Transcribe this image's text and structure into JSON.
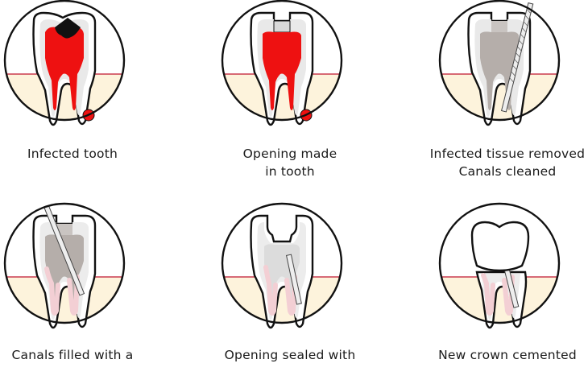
{
  "steps": [
    {
      "caption": [
        "Infected tooth"
      ]
    },
    {
      "caption": [
        "Opening made",
        "in tooth"
      ]
    },
    {
      "caption": [
        "Infected tissue removed",
        "Canals cleaned"
      ]
    },
    {
      "caption": [
        "Canals filled with a"
      ]
    },
    {
      "caption": [
        "Opening sealed with"
      ]
    },
    {
      "caption": [
        "New crown cemented"
      ]
    }
  ],
  "colors": {
    "pulp_infected": "#ee1111",
    "pulp_clean": "#b5aeaa",
    "gum": "#fdf3dc",
    "gum_line": "#c0142e",
    "outline": "#111111",
    "dentin": "#f1f1f1",
    "root_fill_pink": "#f3cfd4"
  }
}
